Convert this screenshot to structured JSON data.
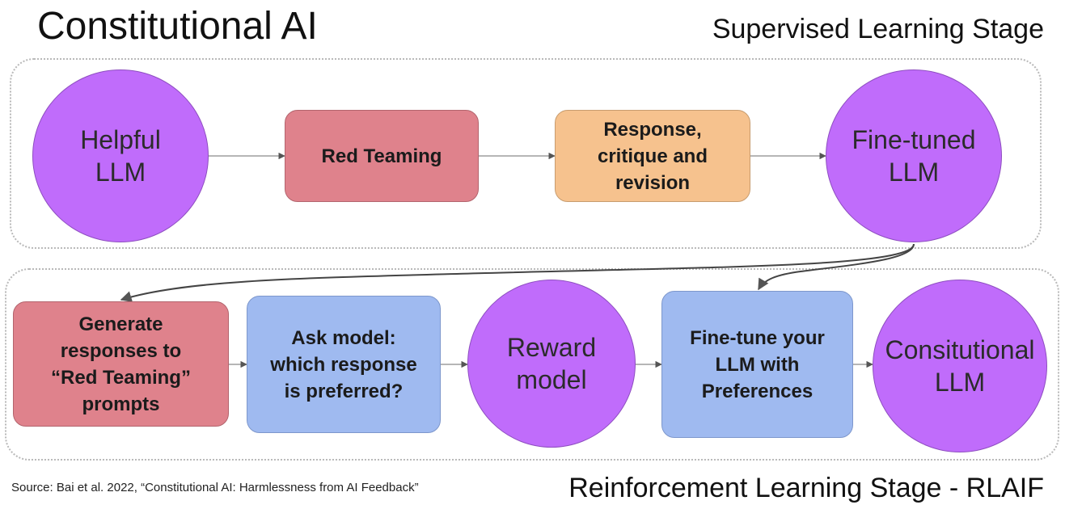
{
  "title": "Constitutional AI",
  "stages": {
    "supervised": "Supervised Learning Stage",
    "reinforcement": "Reinforcement Learning Stage - RLAIF"
  },
  "source": "Source:  Bai et al. 2022, “Constitutional AI: Harmlessness from AI Feedback”",
  "nodes": {
    "helpful_llm": "Helpful\nLLM",
    "red_teaming": "Red Teaming",
    "response_critique": "Response,\ncritique and\nrevision",
    "finetuned_llm": "Fine-tuned\nLLM",
    "generate_responses": "Generate\nresponses to\n“Red Teaming”\nprompts",
    "ask_model": "Ask model:\nwhich response\nis preferred?",
    "reward_model": "Reward\nmodel",
    "finetune_preferences": "Fine-tune your\nLLM with\nPreferences",
    "constitutional_llm": "Consitutional\nLLM"
  },
  "colors": {
    "circle": "#c06cfb",
    "red_box": "#df828c",
    "orange_box": "#f6c28e",
    "blue_box": "#9fbaf0"
  }
}
